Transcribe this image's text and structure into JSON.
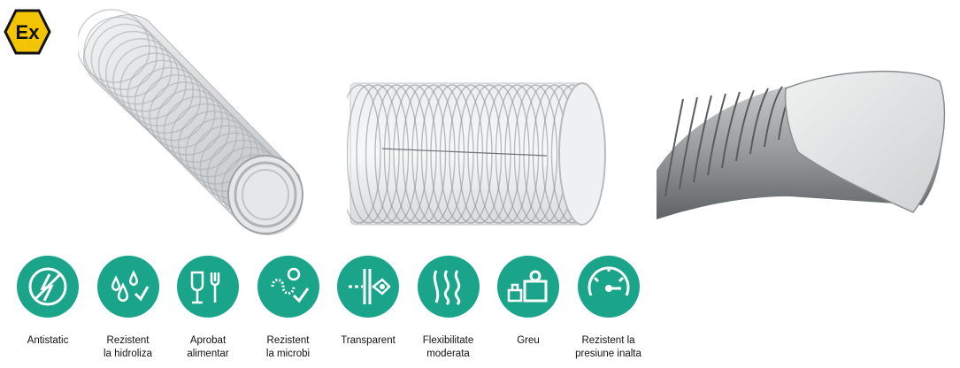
{
  "ex_logo": {
    "text": "Ex",
    "icon": "ex-atex-icon",
    "fill": "#f2c500"
  },
  "accent_color": "#1aa58a",
  "products": [
    {
      "icon": "transparent-spiral-hose"
    },
    {
      "icon": "transparent-hose-section"
    },
    {
      "icon": "grey-corrugated-hose"
    }
  ],
  "features": [
    {
      "icon": "antistatic-icon",
      "label": "Antistatic"
    },
    {
      "icon": "hydrolysis-resistant-icon",
      "label": "Rezistent\nla hidroliza"
    },
    {
      "icon": "food-approved-icon",
      "label": "Aprobat\nalimentar"
    },
    {
      "icon": "microbe-resistant-icon",
      "label": "Rezistent\nla microbi"
    },
    {
      "icon": "transparent-icon",
      "label": "Transparent"
    },
    {
      "icon": "flexibility-icon",
      "label": "Flexibilitate\nmoderata"
    },
    {
      "icon": "weight-icon",
      "label": "Greu"
    },
    {
      "icon": "pressure-gauge-icon",
      "label": "Rezistent la\npresiune inalta"
    }
  ]
}
